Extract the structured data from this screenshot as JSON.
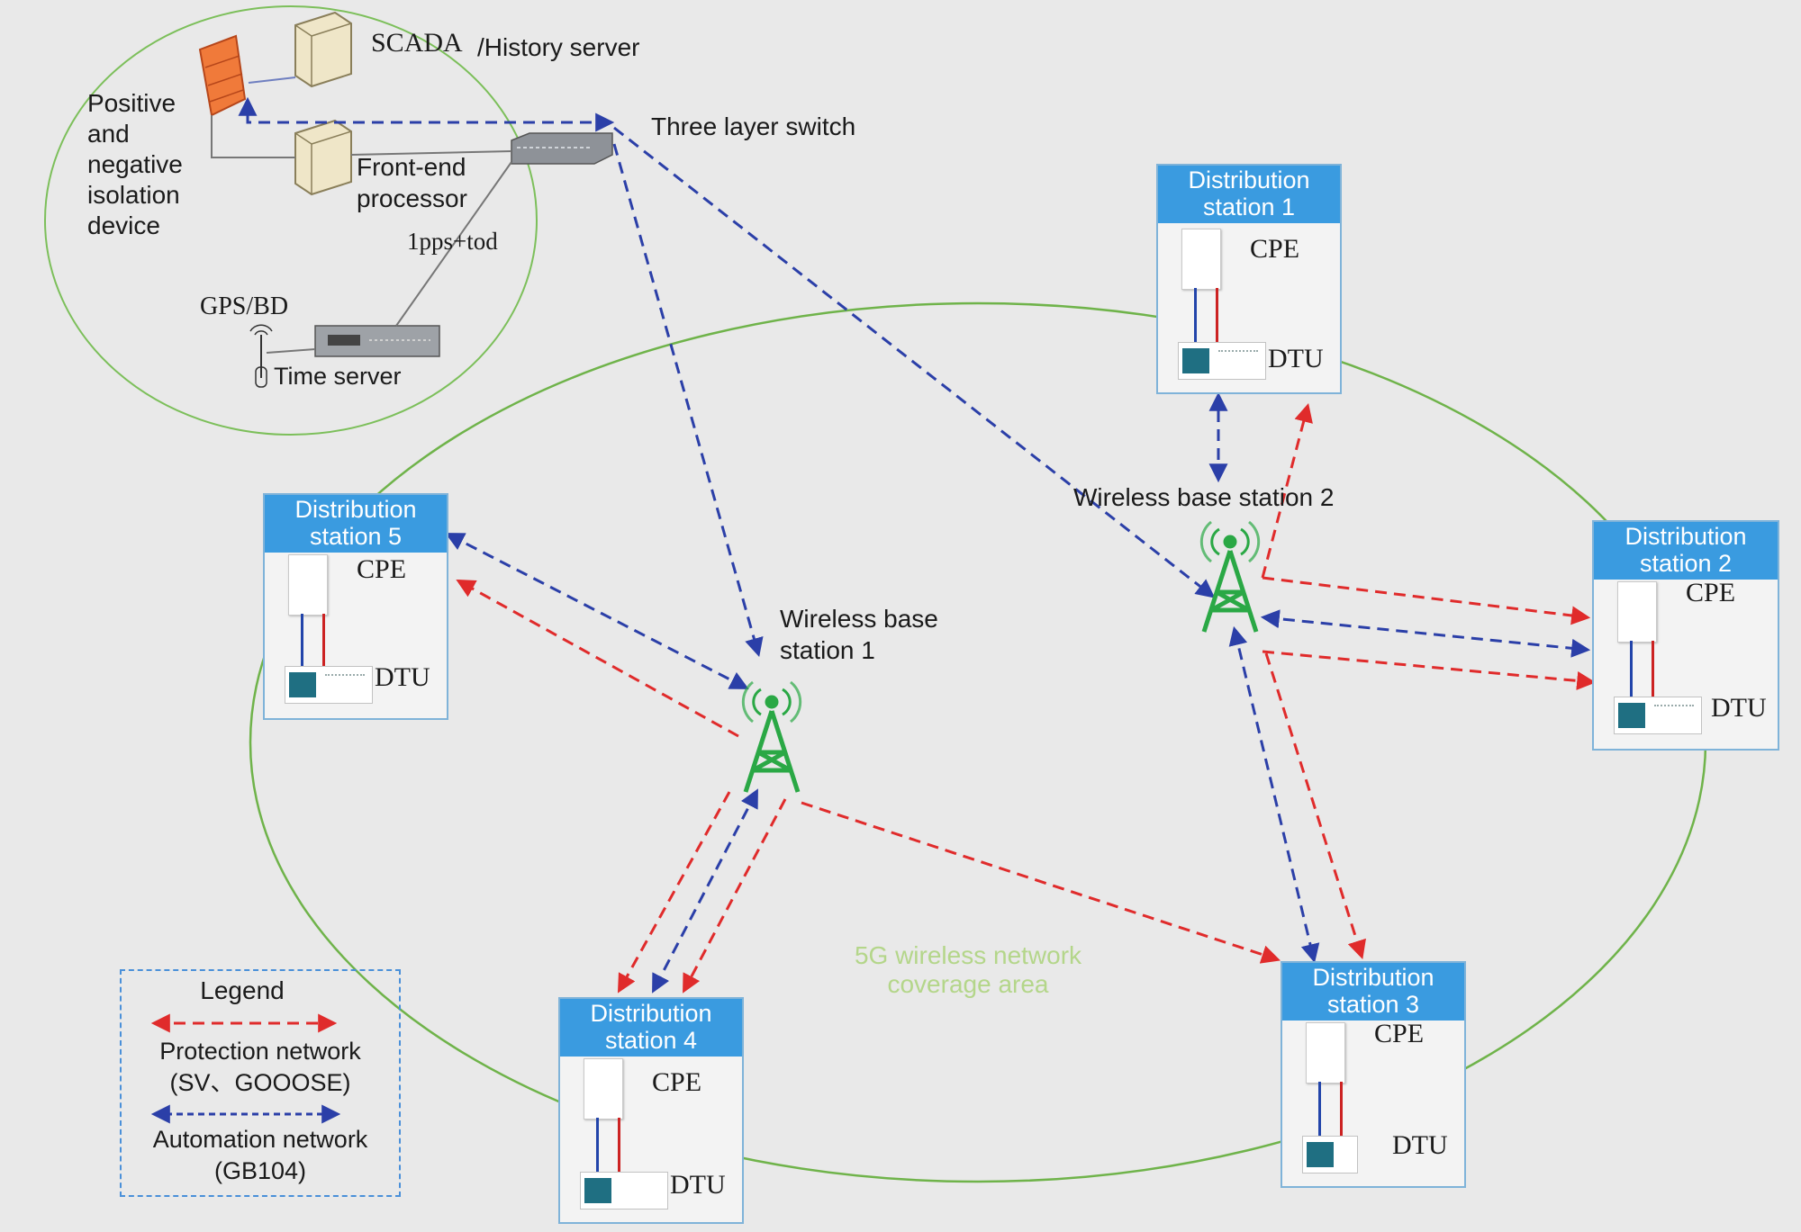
{
  "center": {
    "scada_label": "SCADA",
    "history_label": "/History server",
    "isolation_label": "Positive\nand\nnegative\nisolation\ndevice",
    "frontend_label": "Front-end\nprocessor",
    "switch_label": "Three layer switch",
    "pps_label": "1pps+tod",
    "gps_label": "GPS/BD",
    "time_server_label": "Time server"
  },
  "base_stations": [
    {
      "label": "Wireless base\nstation 1"
    },
    {
      "label": "Wireless base station 2"
    }
  ],
  "stations": [
    {
      "title": "Distribution\nstation 1",
      "cpe": "CPE",
      "dtu": "DTU"
    },
    {
      "title": "Distribution\nstation 2",
      "cpe": "CPE",
      "dtu": "DTU"
    },
    {
      "title": "Distribution\nstation 3",
      "cpe": "CPE",
      "dtu": "DTU"
    },
    {
      "title": "Distribution\nstation 4",
      "cpe": "CPE",
      "dtu": "DTU"
    },
    {
      "title": "Distribution\nstation 5",
      "cpe": "CPE",
      "dtu": "DTU"
    }
  ],
  "coverage_label": "5G wireless network\ncoverage area",
  "legend": {
    "title": "Legend",
    "protection_label": "Protection network\n(SV、GOOOSE)",
    "automation_label": "Automation network\n(GB104)"
  },
  "colors": {
    "protection": "#e02b2b",
    "automation": "#2b3fa8",
    "coverage": "#6fb34a",
    "tower": "#2aa845",
    "station_header": "#3a9be0"
  }
}
